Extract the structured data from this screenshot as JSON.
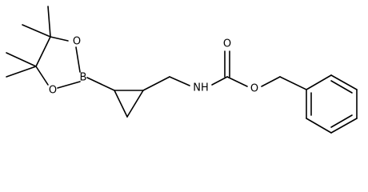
{
  "molecule": {
    "atoms": {
      "boron": "B",
      "ring_oxygen_top": "O",
      "ring_oxygen_bottom": "O",
      "nitrogen": "NH",
      "carbonyl_oxygen": "O",
      "ester_oxygen": "O"
    }
  },
  "colors": {
    "bond": "#000000",
    "label": "#000000",
    "background": "#ffffff"
  }
}
